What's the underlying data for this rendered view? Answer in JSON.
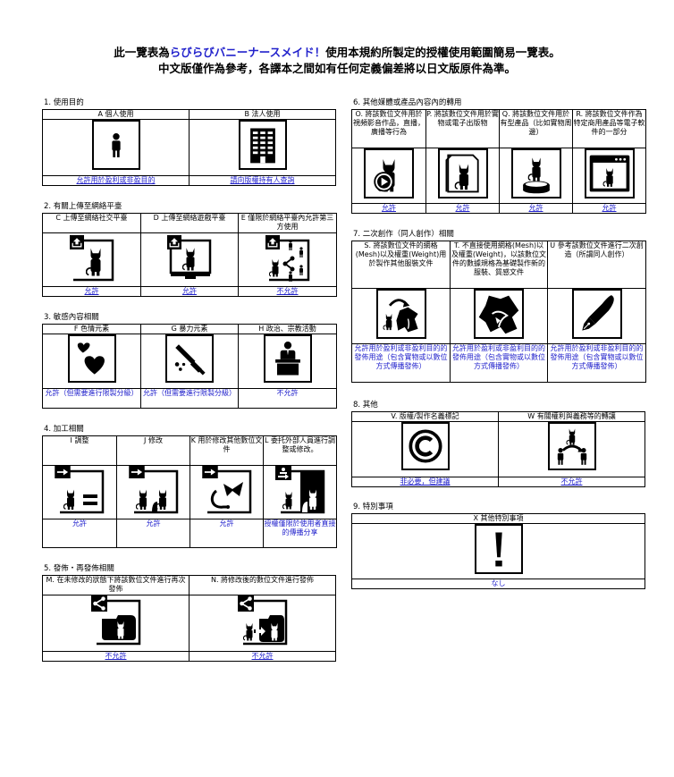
{
  "header": {
    "line1_prefix": "此一覽表為",
    "line1_highlight": "らびらびバニーナースメイド！",
    "line1_suffix": "使用本規約所製定的授權使用範圍簡易一覽表。",
    "line2": "中文版僅作為參考，各譯本之間如有任何定義偏差將以日文版原件為準。",
    "highlight_color": "#2222cc"
  },
  "sections": [
    {
      "label": "1. 使用目的",
      "items": [
        {
          "code": "A",
          "title": "A 個人使用",
          "icon": "person-icon",
          "status": "允許用於盈利或非盈目的"
        },
        {
          "code": "B",
          "title": "B 法人使用",
          "icon": "building-icon",
          "status": "請向版權持有人查詢"
        }
      ]
    },
    {
      "label": "2. 有關上傳至網絡平臺",
      "items": [
        {
          "code": "C",
          "title": "C 上傳至網絡社交平臺",
          "icon": "upload-social-icon",
          "status": "允許"
        },
        {
          "code": "D",
          "title": "D 上傳至網絡遊戲平臺",
          "icon": "upload-game-icon",
          "status": "允許"
        },
        {
          "code": "E",
          "title": "E 僅限於網絡平臺內允許第三方使用",
          "icon": "upload-share-third-party-icon",
          "status": "不允許"
        }
      ]
    },
    {
      "label": "3. 敏感內容相關",
      "items": [
        {
          "code": "F",
          "title": "F 色情元素",
          "icon": "hearts-icon",
          "status": "允許（但需要進行限製分級）"
        },
        {
          "code": "G",
          "title": "G 暴力元素",
          "icon": "knife-icon",
          "status": "允許（但需要進行限製分級）"
        },
        {
          "code": "H",
          "title": "H 政治、宗教活動",
          "icon": "podium-speaker-icon",
          "status": "不允許"
        }
      ]
    },
    {
      "label": "4. 加工相關",
      "items": [
        {
          "code": "I",
          "title": "I 調整",
          "icon": "adjust-icon",
          "status": "允許"
        },
        {
          "code": "J",
          "title": "J 修改",
          "icon": "modify-icon",
          "status": "允許"
        },
        {
          "code": "K",
          "title": "K 用於修改其他數位文件",
          "icon": "parts-reuse-icon",
          "status": "允許"
        },
        {
          "code": "L",
          "title": "L 委托外部人員進行調整或修改。",
          "icon": "outsource-icon",
          "status": "授權僅限於使用者直接的傳播分享"
        }
      ]
    },
    {
      "label": "5. 發佈・再發佈相關",
      "items": [
        {
          "code": "M",
          "title": "M. 在未修改的狀態下將該數位文件進行再次發佈",
          "icon": "redistribute-icon",
          "status": "不允許"
        },
        {
          "code": "N",
          "title": "N. 將修改後的數位文件進行發佈",
          "icon": "redistribute-modified-icon",
          "status": "不允許"
        }
      ]
    },
    {
      "label": "6. 其他媒體或產品內容內的轉用",
      "items": [
        {
          "code": "O",
          "title": "O. 將該數位文件用於視頻影音作品，直播，廣播等行為",
          "icon": "video-play-icon",
          "status": "允許"
        },
        {
          "code": "P",
          "title": "P. 將該數位文件用於實物或電子出版物",
          "icon": "publication-icon",
          "status": "允許"
        },
        {
          "code": "Q",
          "title": "Q. 將該數位文件用於有型產品（比如實物周邊）",
          "icon": "figure-stand-icon",
          "status": "允許"
        },
        {
          "code": "R",
          "title": "R. 將該數位文件作為特定商用產品等電子軟件的一部分",
          "icon": "software-window-icon",
          "status": "允許"
        }
      ]
    },
    {
      "label": "7. 二次創作（同人創作）相關",
      "items": [
        {
          "code": "S",
          "title": "S. 將該數位文件的網格(Mesh)以及權重(Weight)用於製作其他服裝文件",
          "icon": "mesh-to-clothing-icon",
          "status": "允許用於盈利或非盈利目的的發佈用途（包含實物或以數位方式傳播發佈）"
        },
        {
          "code": "T",
          "title": "T. 不直接使用網格(Mesh)以及權重(Weight)，以該數位文件的數據規格為基礎製作新的服裝、質感文件",
          "icon": "clothing-icon",
          "status": "允許用於盈利或非盈利目的的發佈用途（包含實物或以數位方式傳播發佈）"
        },
        {
          "code": "U",
          "title": "U 參考該數位文件進行二次創造（所謂同人創作）",
          "icon": "pen-nib-icon",
          "status": "允許用於盈利或非盈利目的的發佈用途（包含實物或以數位方式傳播發佈）"
        }
      ]
    },
    {
      "label": "8. 其他",
      "items": [
        {
          "code": "V",
          "title": "V. 版權/製作名義標記",
          "icon": "copyright-icon",
          "status": "非必要，但建議"
        },
        {
          "code": "W",
          "title": "W 有關權利與義務等的轉讓",
          "icon": "rights-transfer-icon",
          "status": "不允許"
        }
      ]
    },
    {
      "label": "9. 特別事項",
      "items": [
        {
          "code": "X",
          "title": "X 其他特別事項",
          "icon": "exclamation-icon",
          "status": "なし"
        }
      ]
    }
  ]
}
